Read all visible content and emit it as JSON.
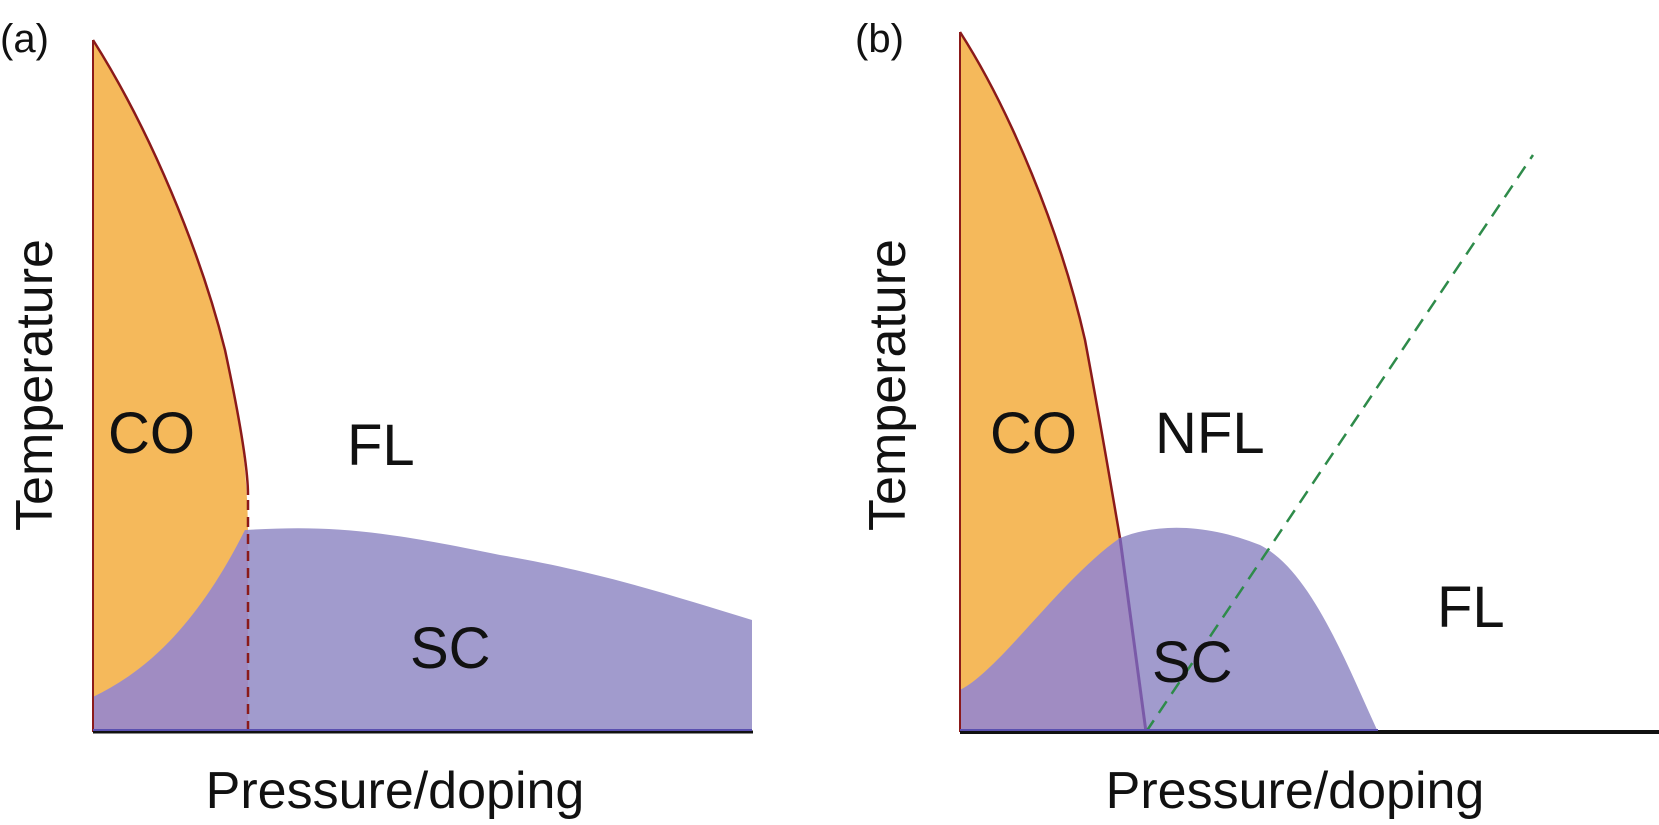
{
  "panels": [
    {
      "id": "a",
      "panel_label": "(a)",
      "y_axis_label": "Temperature",
      "x_axis_label": "Pressure/doping",
      "regions": {
        "co": "CO",
        "fl": "FL",
        "sc": "SC"
      }
    },
    {
      "id": "b",
      "panel_label": "(b)",
      "y_axis_label": "Temperature",
      "x_axis_label": "Pressure/doping",
      "regions": {
        "co": "CO",
        "nfl": "NFL",
        "sc": "SC",
        "fl": "FL"
      }
    }
  ],
  "colors": {
    "co_fill": "#f5b95b",
    "co_boundary": "#8b1a1a",
    "sc_fill": "#a19bcd",
    "overlap_fill": "#a08cc2",
    "crossover_line": "#2e8b4a",
    "axis": "#111111"
  }
}
